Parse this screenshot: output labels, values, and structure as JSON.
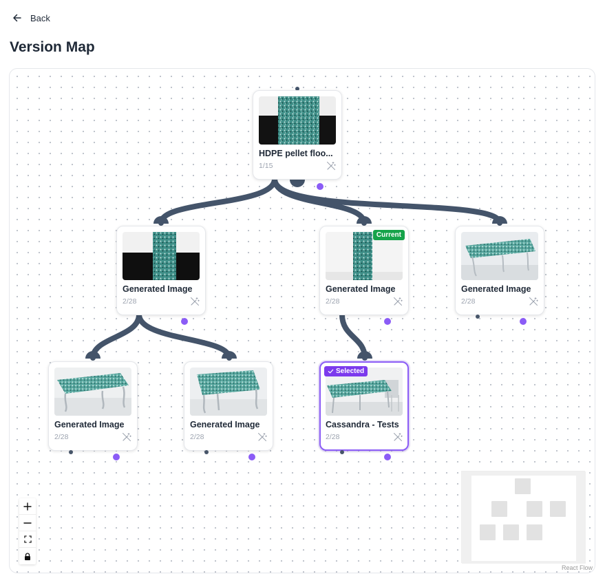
{
  "header": {
    "back_label": "Back",
    "page_title": "Version Map"
  },
  "nodes": [
    {
      "id": "root",
      "title": "HDPE pellet floo...",
      "count": "1/15",
      "badge": ""
    },
    {
      "id": "gen1",
      "title": "Generated Image",
      "count": "2/28",
      "badge": ""
    },
    {
      "id": "gen2",
      "title": "Generated Image",
      "count": "2/28",
      "badge": "Current"
    },
    {
      "id": "gen3",
      "title": "Generated Image",
      "count": "2/28",
      "badge": ""
    },
    {
      "id": "gen4",
      "title": "Generated Image",
      "count": "2/28",
      "badge": ""
    },
    {
      "id": "gen5",
      "title": "Generated Image",
      "count": "2/28",
      "badge": ""
    },
    {
      "id": "cassandra",
      "title": "Cassandra - Tests",
      "count": "2/28",
      "badge": "Selected"
    }
  ],
  "controls": {
    "zoom_in": "zoom-in",
    "zoom_out": "zoom-out",
    "fit_view": "fit-view",
    "lock": "lock"
  },
  "minimap": {
    "attribution": "React Flow"
  },
  "colors": {
    "edge": "#44546a",
    "handle": "#8b5cf6",
    "current_badge": "#16a34a",
    "selected_badge": "#7c3aed"
  },
  "icons": {
    "back": "arrow-left-icon",
    "node_action": "magic-wand-off-icon"
  }
}
